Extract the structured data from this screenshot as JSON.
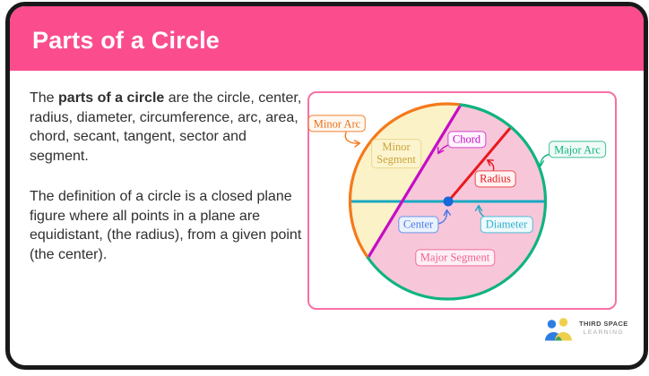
{
  "header": {
    "title": "Parts of a Circle"
  },
  "body_text": {
    "intro_before": "The ",
    "intro_bold": "parts of a circle",
    "intro_after": " are the circle, center, radius, diameter, circumference, arc, area, chord, secant, tangent, sector and segment.",
    "definition": "The definition of a circle is a closed plane figure where all points in a plane are equidistant, (the radius), from a given point (the center)."
  },
  "diagram": {
    "labels": {
      "minor_arc": "Minor Arc",
      "minor_segment_line1": "Minor",
      "minor_segment_line2": "Segment",
      "chord": "Chord",
      "major_arc": "Major Arc",
      "radius": "Radius",
      "center": "Center",
      "diameter": "Diameter",
      "major_segment": "Major Segment"
    },
    "colors": {
      "minor_arc": "#F5791B",
      "major_arc": "#0FB381",
      "chord": "#C50DC5",
      "radius": "#E8191D",
      "diameter": "#19A9C2",
      "center_dot": "#1868D9",
      "minor_segment_fill": "#FBF2C8",
      "major_segment_fill": "#F8C6D9",
      "diagram_border": "#F770A5"
    }
  },
  "logo": {
    "line1": "THIRD SPACE",
    "line2": "LEARNING"
  },
  "colors": {
    "header_bg": "#FB4D8D",
    "card_border": "#191919",
    "text": "#2F2F2F",
    "logo_blue": "#2E7DE3",
    "logo_yellow": "#EFD04E",
    "logo_green": "#3FA45B"
  }
}
